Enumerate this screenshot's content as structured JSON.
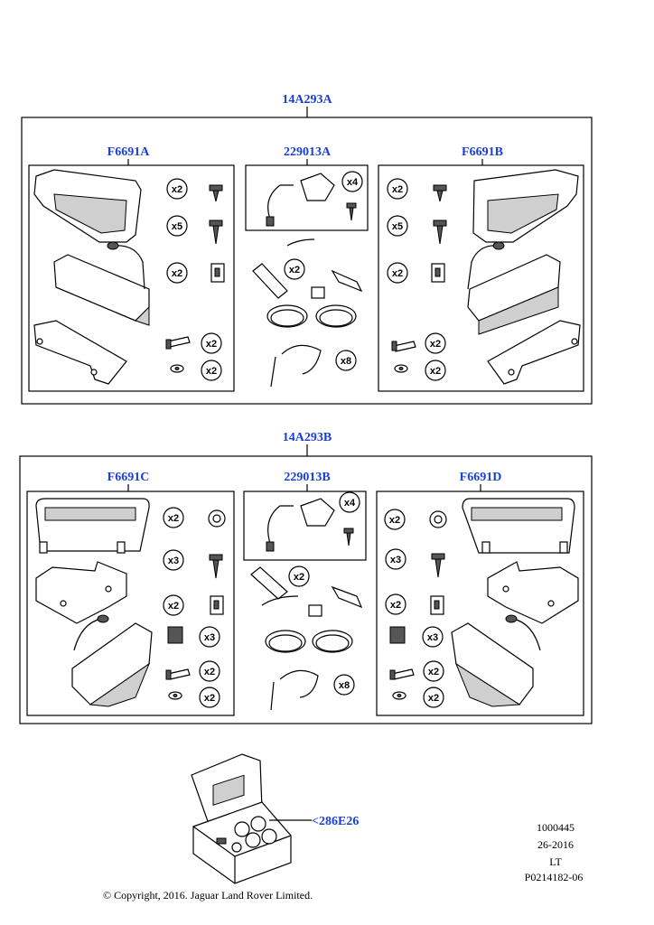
{
  "groups": [
    {
      "kit": "14A293A",
      "kits": [
        {
          "label": "F6691A",
          "side": "left",
          "qtys": [
            "x2",
            "x5",
            "x2",
            "x2",
            "x2"
          ]
        },
        {
          "label": "229013A",
          "center_qtys": [
            "x4",
            "x2",
            "x8"
          ]
        },
        {
          "label": "F6691B",
          "side": "right",
          "qtys": [
            "x2",
            "x5",
            "x2",
            "x2",
            "x2"
          ]
        }
      ]
    },
    {
      "kit": "14A293B",
      "kits": [
        {
          "label": "F6691C",
          "side": "left",
          "qtys": [
            "x2",
            "x3",
            "x2",
            "x3",
            "x2",
            "x2"
          ]
        },
        {
          "label": "229013B",
          "center_qtys": [
            "x4",
            "x2",
            "x8"
          ]
        },
        {
          "label": "F6691D",
          "side": "right",
          "qtys": [
            "x2",
            "x3",
            "x2",
            "x3",
            "x2",
            "x2"
          ]
        }
      ]
    }
  ],
  "bulb_kit": {
    "label": "<286E26"
  },
  "meta": {
    "line1": "1000445",
    "line2": "26-2016",
    "line3": "LT",
    "line4": "P0214182-06"
  },
  "copyright": "© Copyright, 2016. Jaguar Land Rover Limited.",
  "colors": {
    "callout": "#1a3fd6"
  }
}
